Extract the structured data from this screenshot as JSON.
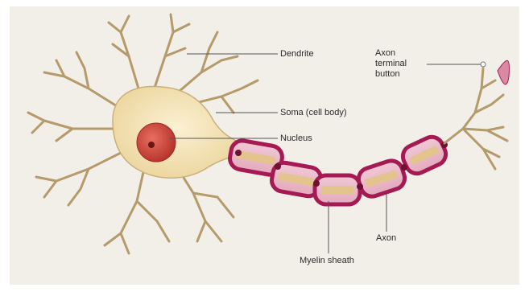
{
  "diagram": {
    "labels": {
      "dendrite": "Dendrite",
      "axon_terminal_line1": "Axon",
      "axon_terminal_line2": "terminal",
      "axon_terminal_line3": "button",
      "soma": "Soma (cell body)",
      "nucleus": "Nucleus",
      "axon": "Axon",
      "myelin_sheath": "Myelin sheath"
    },
    "colors": {
      "background": "#f2efe9",
      "cell_body": "#f3e2b8",
      "dendrite": "#b59a6a",
      "myelin": "#b51e5a",
      "nucleus": "#c8423a",
      "label_line": "#555555"
    }
  }
}
